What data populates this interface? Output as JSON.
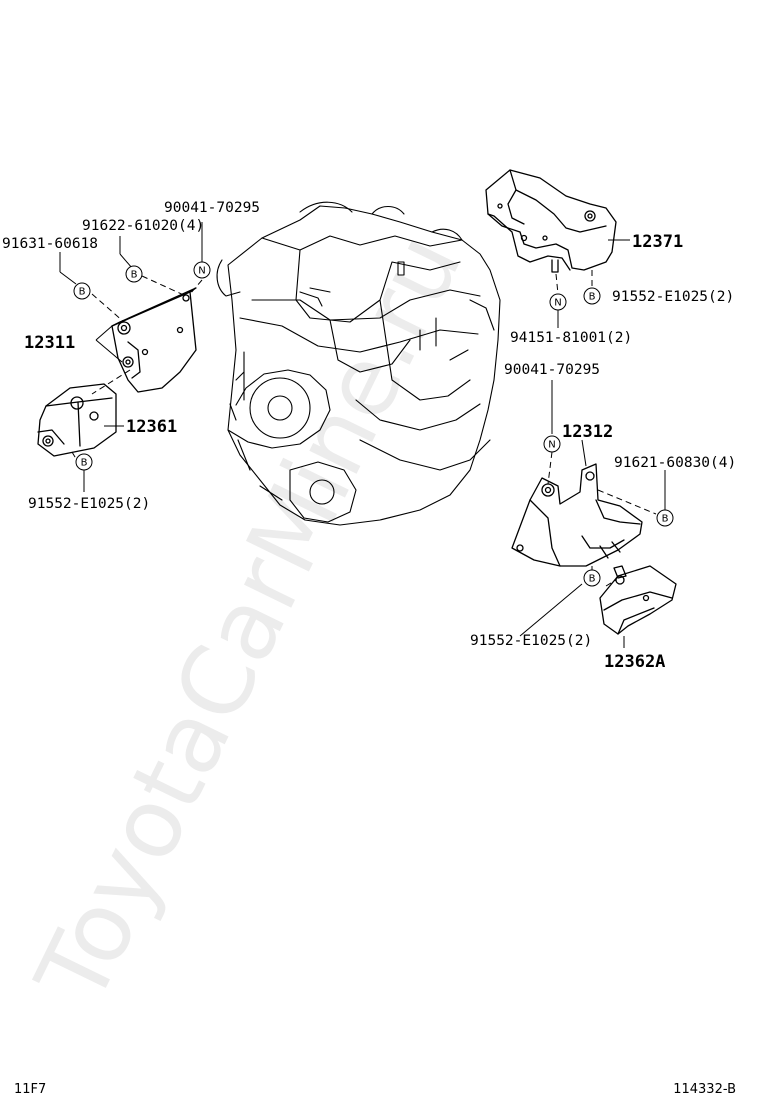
{
  "watermark": "ToyotaCarMine.ru",
  "footer": {
    "left": "11F7",
    "right": "114332-B"
  },
  "badges": {
    "bolt": "B",
    "nut": "N"
  },
  "parts": {
    "p12311": "12311",
    "p12361": "12361",
    "p12371": "12371",
    "p12312": "12312",
    "p12362A": "12362A"
  },
  "callouts": {
    "c90041_left": "90041-70295",
    "c91622": "91622-61020(4)",
    "c91631": "91631-60618",
    "c91552_left": "91552-E1025(2)",
    "c91552_right": "91552-E1025(2)",
    "c94151": "94151-81001(2)",
    "c90041_right": "90041-70295",
    "c91621": "91621-60830(4)",
    "c91552_bottom": "91552-E1025(2)"
  }
}
